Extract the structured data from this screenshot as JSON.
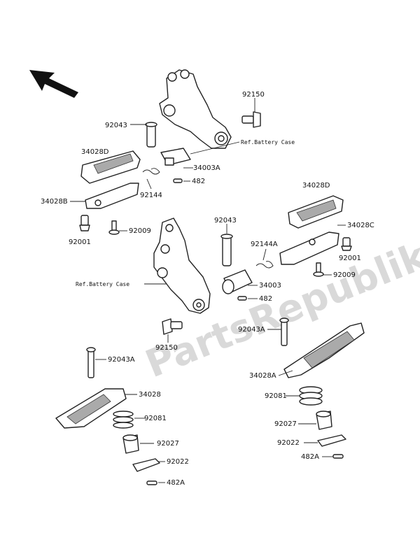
{
  "watermark": "PartsRepublik",
  "labels": {
    "p92150_top": "92150",
    "p92043_top": "92043",
    "p34028D_left": "34028D",
    "p34003A": "34003A",
    "p482_top": "482",
    "p92144": "92144",
    "p34028B": "34028B",
    "p92001_left": "92001",
    "p92009_left": "92009",
    "ref_top": "Ref.Battery Case",
    "p92043_mid": "92043",
    "p92144A": "92144A",
    "p34028D_right": "34028D",
    "p34028C": "34028C",
    "p92001_right": "92001",
    "p92009_right": "92009",
    "ref_mid": "Ref.Battery Case",
    "p34003": "34003",
    "p482_mid": "482",
    "p92150_bottom": "92150",
    "p92043A_right": "92043A",
    "p92043A_left": "92043A",
    "p34028A": "34028A",
    "p34028": "34028",
    "p92081_right": "92081",
    "p92081_left": "92081",
    "p92027_right": "92027",
    "p92027_left": "92027",
    "p92022_right": "92022",
    "p92022_left": "92022",
    "p482A_right": "482A",
    "p482A_left": "482A"
  }
}
